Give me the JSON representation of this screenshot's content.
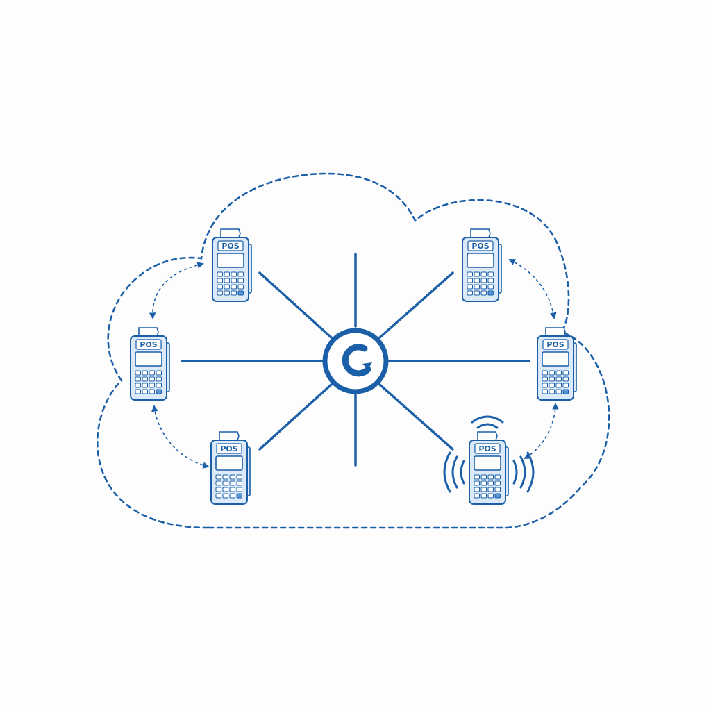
{
  "colors": {
    "background": "#fdfdfd",
    "primary": "#1a5fa8",
    "device_fill": "#dbe9f8",
    "device_screen": "#ffffff",
    "key_highlight": "#5a95d6"
  },
  "icons": {
    "hub": "sync-hub-icon",
    "terminal": "pos-terminal-icon",
    "contactless": "contactless-wave-icon",
    "cloud": "cloud-outline"
  },
  "terminals": [
    {
      "id": "top-left",
      "label": "POS",
      "contactless": false
    },
    {
      "id": "top-right",
      "label": "POS",
      "contactless": false
    },
    {
      "id": "mid-left",
      "label": "POS",
      "contactless": false
    },
    {
      "id": "mid-right",
      "label": "POS",
      "contactless": false
    },
    {
      "id": "bottom-left",
      "label": "POS",
      "contactless": false
    },
    {
      "id": "bottom-right",
      "label": "POS",
      "contactless": true
    }
  ]
}
